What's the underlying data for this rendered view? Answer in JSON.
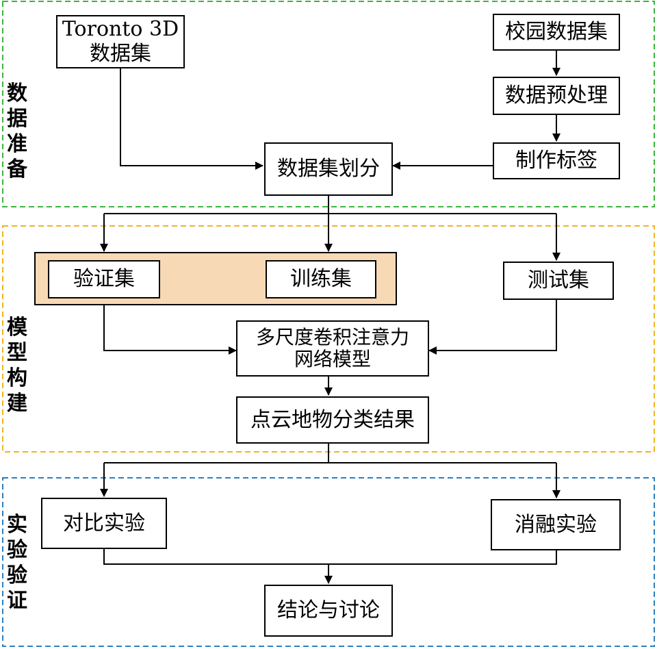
{
  "colors": {
    "data_region": "#3cb43c",
    "model_region": "#f0b420",
    "exp_region": "#2b7fc0",
    "highlight_fill": "#f8d9b6"
  },
  "regions": {
    "data_prep": "数\n据\n准\n备",
    "model_build": "模\n型\n构\n建",
    "experiment": "实\n验\n验\n证"
  },
  "boxes": {
    "toronto": "Toronto 3D\n数据集",
    "campus": "校园数据集",
    "preprocess": "数据预处理",
    "labeling": "制作标签",
    "split": "数据集划分",
    "validation": "验证集",
    "training": "训练集",
    "test": "测试集",
    "network": "多尺度卷积注意力\n网络模型",
    "result": "点云地物分类结果",
    "comparison": "对比实验",
    "ablation": "消融实验",
    "conclusion": "结论与讨论"
  }
}
